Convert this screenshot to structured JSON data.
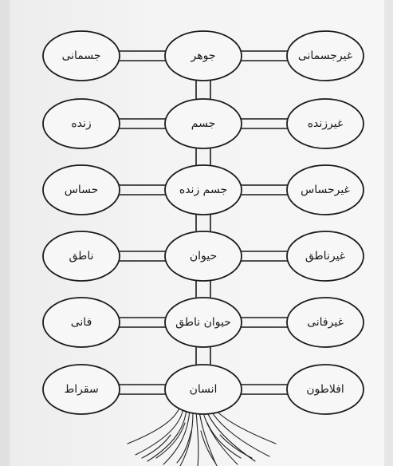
{
  "rows": [
    {
      "left": "جسمانی",
      "center": "جوهر",
      "right": "غیرجسمانی"
    },
    {
      "left": "زنده",
      "center": "جسم",
      "right": "غیرزنده"
    },
    {
      "left": "حساس",
      "center": "جسم زنده",
      "right": "غیرحساس"
    },
    {
      "left": "ناطق",
      "center": "حیوان",
      "right": "غیرناطق"
    },
    {
      "left": "فانی",
      "center": "حیوان ناطق",
      "right": "غیرفانی"
    },
    {
      "left": "سقراط",
      "center": "انسان",
      "right": "افلاطون"
    }
  ]
}
